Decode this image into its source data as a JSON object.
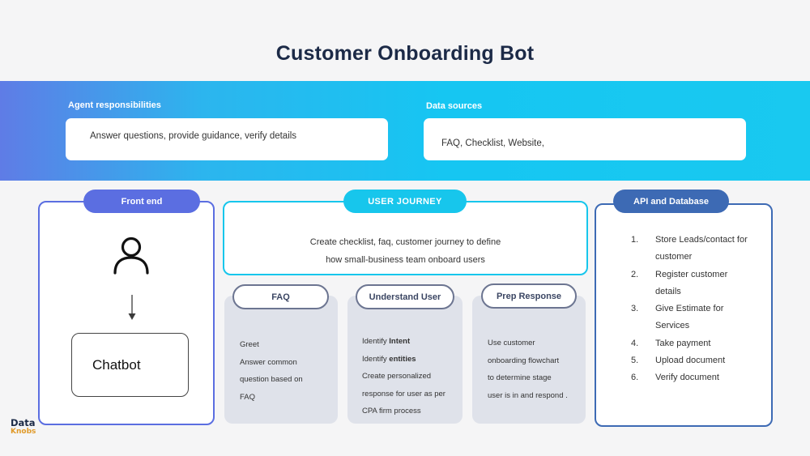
{
  "title": "Customer Onboarding Bot",
  "banner": {
    "agent_label": "Agent responsibilities",
    "agent_text": "Answer questions, provide guidance, verify details",
    "data_label": "Data sources",
    "data_text": "FAQ, Checklist, Website,"
  },
  "front_end": {
    "label": "Front end",
    "user_icon": "person-icon",
    "arrow_icon": "arrow-down-icon",
    "chatbot": "Chatbot"
  },
  "journey": {
    "label": "USER JOURNEY",
    "line1": "Create checklist, faq,  customer journey to define",
    "line2": "how small-business team onboard users"
  },
  "faq": {
    "label": "FAQ",
    "lines": [
      "Greet",
      "Answer common",
      "question based on",
      "FAQ"
    ]
  },
  "understand": {
    "label": "Understand User",
    "identify1": "Identify ",
    "intent": "Intent",
    "identify2": "Identify ",
    "entities": "entities",
    "lines": [
      "Create personalized",
      "response for user as per",
      "CPA firm process"
    ]
  },
  "prep": {
    "label": "Prep Response",
    "lines": [
      "Use customer",
      "onboarding flowchart",
      "to determine stage",
      "user is in and respond ."
    ]
  },
  "api": {
    "label": "API and Database",
    "items": [
      {
        "num": "1.",
        "text": "Store Leads/contact for customer"
      },
      {
        "num": "2.",
        "text": "Register customer details"
      },
      {
        "num": "3.",
        "text": "Give Estimate for Services"
      },
      {
        "num": "4.",
        "text": "Take payment"
      },
      {
        "num": "5.",
        "text": "Upload document"
      },
      {
        "num": "6.",
        "text": "Verify document"
      }
    ]
  },
  "logo": {
    "line1": "Data",
    "line2": "Knobs"
  },
  "colors": {
    "title": "#1c2a47",
    "front_end": "#5b6ee1",
    "journey": "#17c6ec",
    "api": "#3d6ab4",
    "subcard": "#dfe2ea"
  }
}
